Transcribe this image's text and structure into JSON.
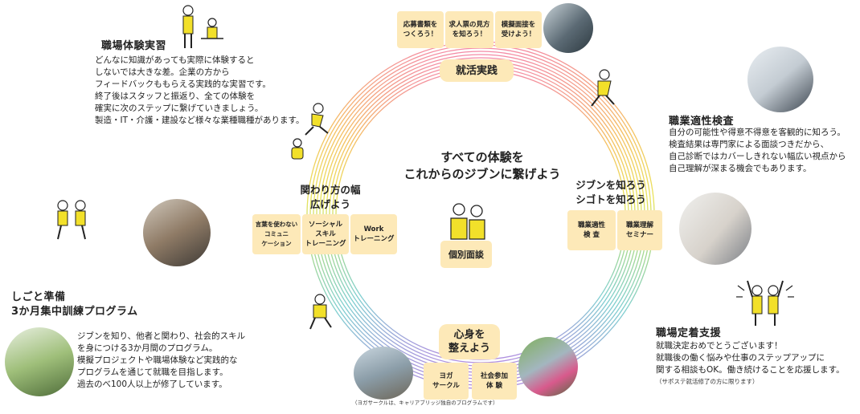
{
  "center": {
    "title": "すべての体験を\nこれからのジブンに繋げよう",
    "interview": "個別面談"
  },
  "top": {
    "label": "就活実践",
    "cards": [
      "応募書類を\nつくろう！",
      "求人票の見方\nを知ろう！",
      "模擬面接を\n受けよう！"
    ]
  },
  "right": {
    "label": "ジブンを知ろう\nシゴトを知ろう",
    "cards": [
      "職業適性\n検 査",
      "職業理解\nセミナー"
    ]
  },
  "left": {
    "label": "関わり方の幅\n広げよう",
    "cards": [
      "言葉を使わない\nコミュニ\nケーション",
      "ソーシャル\nスキル\nトレーニング",
      "Work\nトレーニング"
    ]
  },
  "bottom": {
    "label": "心身を\n整えよう",
    "cards": [
      "ヨガ\nサークル",
      "社会参加\n体 験"
    ],
    "note": "（ヨガサークルは、キャリアブリッジ独自のプログラムです）"
  },
  "sections": {
    "workplace": {
      "title": "職場体験実習",
      "body": "どんなに知識があっても実際に体験すると\nしないでは大きな差。企業の方から\nフィードバックももらえる実践的な実習です。\n終了後はスタッフと振返り、全ての体験を\n確実に次のステップに繋げていきましょう。\n製造・IT・介護・建設など様々な業種職種があります。"
    },
    "aptitude": {
      "title": "職業適性検査",
      "body": "自分の可能性や得意不得意を客観的に知ろう。\n検査結果は専門家による面談つきだから、\n自己診断ではカバーしきれない幅広い視点から\n自己理解が深まる機会でもあります。"
    },
    "prep": {
      "title": "しごと準備\n3か月集中訓練プログラム",
      "body": "ジブンを知り、他者と関わり、社会的スキル\nを身につける3か月間のプログラム。\n模擬プロジェクトや職場体験など実践的な\nプログラムを通じて就職を目指します。\n過去のべ100人以上が修了しています。"
    },
    "retention": {
      "title": "職場定着支援",
      "body": "就職決定おめでとうございます！\n就職後の働く悩みや仕事のステップアップに\n関する相談もOK。働き続けることを応援します。",
      "note": "（サポステ就活修了の方に限ります）"
    }
  },
  "colors": {
    "card": "#fde9b8",
    "figure_yellow": "#f2e02a",
    "ring": [
      "#f6b9c8",
      "#f7d08a",
      "#f4ee8a",
      "#c9e7a0",
      "#a8dcd6",
      "#b9c2ea",
      "#cdb3e3"
    ]
  }
}
